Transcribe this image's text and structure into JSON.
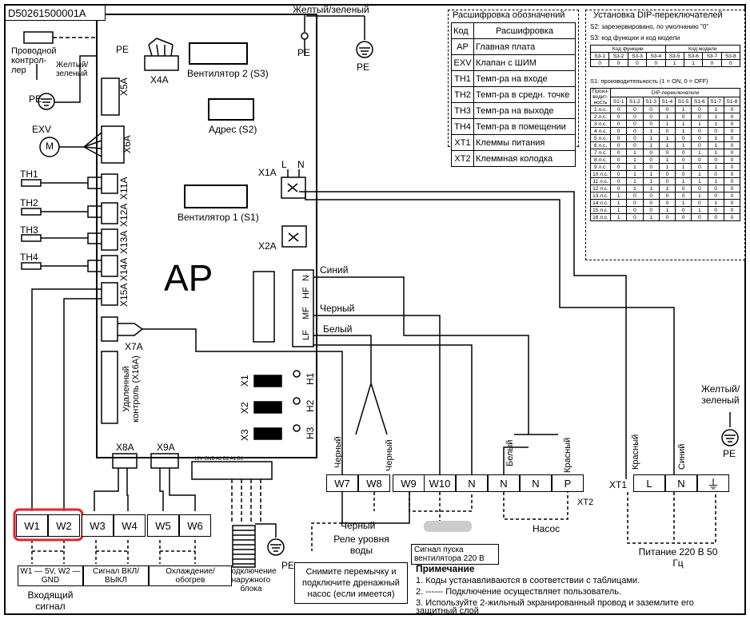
{
  "doc_code": "D50261500001A",
  "labels": {
    "yellow_green_top": "Желтый/зеленый",
    "pe": "PE",
    "wired_controller": "Проводной контрол-лер",
    "yellow_green_left": "Желтый/ зеленый",
    "x4a": "X4A",
    "fan2": "Вентилятор 2 (S3)",
    "addr": "Адрес (S2)",
    "fan1": "Вентилятор 1 (S1)",
    "exv": "EXV",
    "m": "M",
    "main_board": "AP",
    "x1a": "X1A",
    "x2a": "X2A",
    "l": "L",
    "n": "N",
    "x5a": "X5A",
    "x6a": "X6A",
    "x11a": "X11A",
    "x12a": "X12A",
    "x13a": "X13A",
    "x14a": "X14A",
    "x15a": "X15A",
    "x7a": "X7A",
    "x16a": "Удаленный контроль (X16A)",
    "x8a": "X8A",
    "x9a": "X9A",
    "th1": "TH1",
    "th2": "TH2",
    "th3": "TH3",
    "th4": "TH4",
    "blue": "Синий",
    "black": "Черный",
    "white": "Белый",
    "red": "Красный",
    "hf_n": "N",
    "hf": "HF",
    "mf": "MF",
    "lf": "LF",
    "x1": "X1",
    "x2": "X2",
    "x3": "X3",
    "h1": "H1",
    "h2": "H2",
    "h3": "H3",
    "strip": "12V GND A2 B2 A1 B1",
    "xt2": "XT2",
    "xt1": "XT1",
    "yellow_green_right": "Желтый/ зеленый",
    "water_level": "Реле уровня воды",
    "fan_signal": "Сигнал пуска вентилятора 220 В",
    "pump": "Насос",
    "power": "Питание 220 В 50 Гц",
    "outdoor": "Подключение наружного блока",
    "jumper_note": "Снимите перемычку и подключите дренажный насос (если имеется)",
    "w_note": "W1 — 5V, W2 — GND",
    "input_signal": "Входящий сигнал",
    "on_off_signal": "Сигнал ВКЛ/ВЫКЛ",
    "cool_heat": "Охлаждение/ обогрев"
  },
  "terminals_left": [
    "W1",
    "W2",
    "W3",
    "W4",
    "W5",
    "W6"
  ],
  "terminals_xt2": [
    "W7",
    "W8",
    "W9",
    "W10",
    "N",
    "N",
    "N",
    "P"
  ],
  "terminals_xt1": [
    "L",
    "N"
  ],
  "notes": {
    "title": "Примечание",
    "items": [
      "1. Коды устанавливаются в соответствии с таблицами.",
      "2. ------ Подключение осуществляет пользователь.",
      "3. Используйте 2-жильный экранированный провод и заземлите его защитный слой"
    ]
  },
  "legend": {
    "title": "Расшифровка обозначений",
    "headers": [
      "Код",
      "Расшифровка"
    ],
    "rows": [
      [
        "AP",
        "Главная плата"
      ],
      [
        "EXV",
        "Клапан с ШИМ"
      ],
      [
        "TH1",
        "Темп-ра на входе"
      ],
      [
        "TH2",
        "Темп-ра в средн. точке"
      ],
      [
        "TH3",
        "Темп-ра на выходе"
      ],
      [
        "TH4",
        "Темп-ра в помещении"
      ],
      [
        "XT1",
        "Клеммы питания"
      ],
      [
        "XT2",
        "Клеммная колодка"
      ]
    ]
  },
  "dip": {
    "title": "Установка DIP-переключателей",
    "s2": "S2: зарезервировано, по умолчанию \"0\"",
    "s3": "S3: код функции и код модели",
    "s3_groups": [
      "Код функции",
      "Код модели"
    ],
    "s3_cols": [
      "S3-1",
      "S3-2",
      "S3-3",
      "S3-4",
      "S3-5",
      "S3-6",
      "S3-7",
      "S3-8"
    ],
    "s3_vals": [
      "0",
      "0",
      "0",
      "0",
      "1",
      "1",
      "0",
      "0"
    ],
    "s1": "S1: производительность (1 = ON, 0 = OFF)",
    "s1_head": "Произ-водит-ность",
    "s1_group": "DIP-переключатели",
    "s1_cols": [
      "S1-1",
      "S1-2",
      "S1-3",
      "S1-4",
      "S1-5",
      "S1-6",
      "S1-7",
      "S1-8"
    ],
    "s1_rows": [
      [
        "1 л.с.",
        "0",
        "0",
        "0",
        "0",
        "1",
        "0",
        "1",
        "0"
      ],
      [
        "2 л.с.",
        "0",
        "0",
        "0",
        "1",
        "0",
        "0",
        "1",
        "0"
      ],
      [
        "3 л.с.",
        "0",
        "0",
        "0",
        "1",
        "1",
        "1",
        "1",
        "0"
      ],
      [
        "4 л.с.",
        "0",
        "0",
        "1",
        "0",
        "1",
        "0",
        "0",
        "0"
      ],
      [
        "5 л.с.",
        "0",
        "0",
        "1",
        "1",
        "0",
        "0",
        "1",
        "0"
      ],
      [
        "6 л.с.",
        "0",
        "0",
        "1",
        "1",
        "1",
        "0",
        "1",
        "0"
      ],
      [
        "7 л.с.",
        "0",
        "1",
        "0",
        "0",
        "0",
        "1",
        "1",
        "0"
      ],
      [
        "8 л.с.",
        "0",
        "1",
        "0",
        "1",
        "0",
        "0",
        "0",
        "0"
      ],
      [
        "9 л.с.",
        "0",
        "1",
        "0",
        "1",
        "1",
        "0",
        "1",
        "0"
      ],
      [
        "10 л.с.",
        "0",
        "1",
        "1",
        "0",
        "0",
        "1",
        "0",
        "0"
      ],
      [
        "11 л.с.",
        "0",
        "1",
        "1",
        "0",
        "1",
        "1",
        "1",
        "0"
      ],
      [
        "12 л.с.",
        "0",
        "1",
        "1",
        "1",
        "0",
        "0",
        "0",
        "0"
      ],
      [
        "13 л.с.",
        "1",
        "0",
        "0",
        "0",
        "0",
        "1",
        "0",
        "0"
      ],
      [
        "14 л.с.",
        "1",
        "0",
        "0",
        "0",
        "1",
        "0",
        "1",
        "0"
      ],
      [
        "15 л.с.",
        "1",
        "0",
        "0",
        "1",
        "0",
        "1",
        "0",
        "0"
      ],
      [
        "16 л.с.",
        "1",
        "0",
        "1",
        "0",
        "0",
        "0",
        "0",
        "0"
      ]
    ]
  },
  "highlight_color": "#e0242b"
}
